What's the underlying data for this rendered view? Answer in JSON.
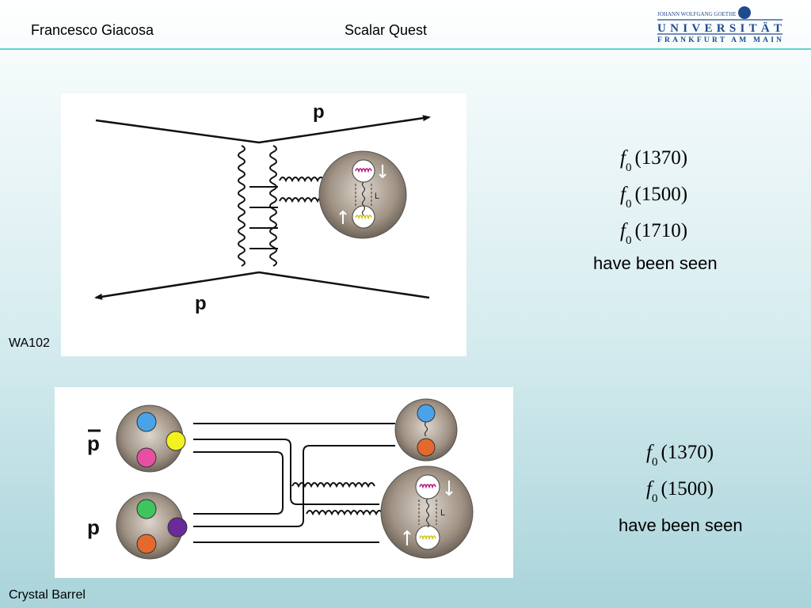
{
  "header": {
    "author": "Francesco Giacosa",
    "title": "Scalar Quest",
    "logo": {
      "line1": "JOHANN WOLFGANG GOETHE",
      "line2": "UNIVERSITÄT",
      "line3": "FRANKFURT AM MAIN"
    }
  },
  "wa102": {
    "caption": "WA102",
    "diagram": {
      "top_label": "p",
      "bottom_label": "p",
      "glueball_label": "L"
    },
    "states": [
      {
        "symbol": "f",
        "sub": "0",
        "mass": "(1370)"
      },
      {
        "symbol": "f",
        "sub": "0",
        "mass": "(1500)"
      },
      {
        "symbol": "f",
        "sub": "0",
        "mass": "(1710)"
      }
    ],
    "note": "have been seen"
  },
  "crystal_barrel": {
    "caption": "Crystal Barrel",
    "diagram": {
      "antiproton_label": "p",
      "proton_label": "p",
      "glueball_label": "L"
    },
    "states": [
      {
        "symbol": "f",
        "sub": "0",
        "mass": "(1370)"
      },
      {
        "symbol": "f",
        "sub": "0",
        "mass": "(1500)"
      }
    ],
    "note": "have been seen"
  },
  "colors": {
    "header_rule": "#5fd3d3",
    "logo_blue": "#1f4a8c",
    "quark_blue": "#4aa3e8",
    "quark_yellow": "#f2f21e",
    "quark_pink": "#e84fa4",
    "quark_green": "#3fc55d",
    "quark_purple": "#6a2a9a",
    "quark_orange": "#e36a2c",
    "gluon_magenta": "#b0197a",
    "gluon_yellow": "#d6c21a"
  }
}
